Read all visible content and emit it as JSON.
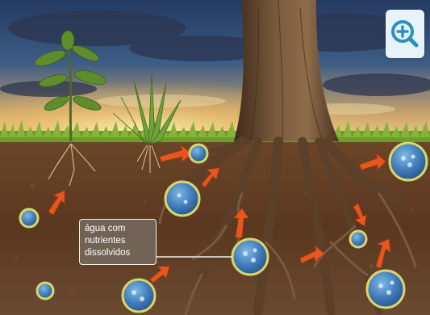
{
  "illustration": {
    "label_lines": [
      "água com",
      "nutrientes",
      "dissolvidos"
    ]
  },
  "controls": {
    "zoom_icon": "zoom-in-icon"
  },
  "colors": {
    "sky_top": "#2a3f66",
    "sunset_glow": "#f6c56a",
    "grass": "#6f9a2e",
    "soil": "#5a3820",
    "root": "#5b3f28",
    "bubble_ring": "#d8d76a",
    "arrow": "#e8561e",
    "zoom_button": "#e7f3f9",
    "zoom_icon": "#2b8fc2"
  }
}
